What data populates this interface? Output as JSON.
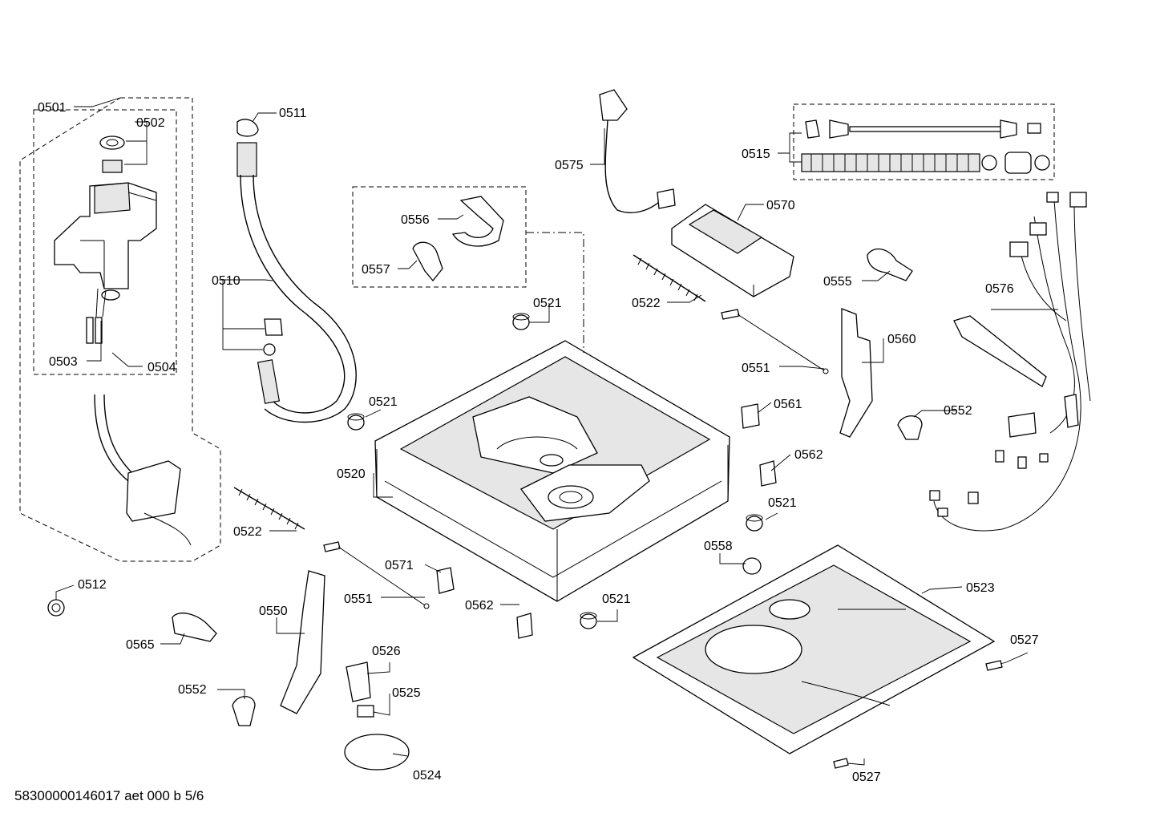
{
  "document_id": "58300000146017 aet 000 b 5/6",
  "part_labels": {
    "p0501": "0501",
    "p0502": "0502",
    "p0503": "0503",
    "p0504": "0504",
    "p0510": "0510",
    "p0511": "0511",
    "p0512": "0512",
    "p0515": "0515",
    "p0520": "0520",
    "p0521a": "0521",
    "p0521b": "0521",
    "p0521c": "0521",
    "p0521d": "0521",
    "p0522a": "0522",
    "p0522b": "0522",
    "p0523": "0523",
    "p0524": "0524",
    "p0525": "0525",
    "p0526": "0526",
    "p0527a": "0527",
    "p0527b": "0527",
    "p0550": "0550",
    "p0551a": "0551",
    "p0551b": "0551",
    "p0552a": "0552",
    "p0552b": "0552",
    "p0555": "0555",
    "p0556": "0556",
    "p0557": "0557",
    "p0558": "0558",
    "p0560": "0560",
    "p0561": "0561",
    "p0562a": "0562",
    "p0562b": "0562",
    "p0565": "0565",
    "p0570": "0570",
    "p0571": "0571",
    "p0575": "0575",
    "p0576": "0576"
  }
}
